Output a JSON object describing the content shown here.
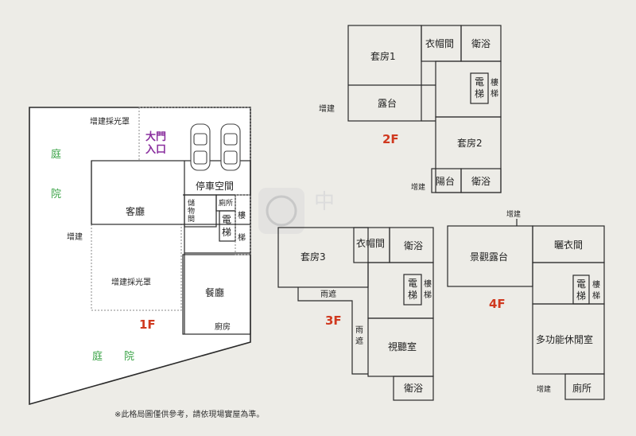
{
  "floor1": {
    "label": "1F",
    "yard_top": [
      "庭",
      "院"
    ],
    "yard_bottom": [
      "庭",
      "院"
    ],
    "skylight_top": "增建採光罩",
    "skylight_middle": "增建採光罩",
    "addition_left": "增建",
    "entrance": [
      "大門",
      "入口"
    ],
    "parking": "停車空間",
    "living": "客廳",
    "storage": [
      "儲",
      "物",
      "間"
    ],
    "toilet": "廁所",
    "elevator": [
      "電",
      "梯"
    ],
    "stairs": [
      "樓",
      "梯"
    ],
    "dining": "餐廳",
    "kitchen": "廚房"
  },
  "floor2": {
    "label": "2F",
    "suite1": "套房1",
    "closet": "衣帽間",
    "bath_top": "衛浴",
    "elevator": [
      "電",
      "梯"
    ],
    "stairs": [
      "樓",
      "梯"
    ],
    "terrace": "露台",
    "addition_left": "增建",
    "suite2": "套房2",
    "balcony": "陽台",
    "bath_bottom": "衛浴",
    "addition_bottom": "增建"
  },
  "floor3": {
    "label": "3F",
    "suite3": "套房3",
    "closet": "衣帽間",
    "bath_top": "衛浴",
    "elevator": [
      "電",
      "梯"
    ],
    "stairs": [
      "樓",
      "梯"
    ],
    "canopy_h": "雨遮",
    "canopy_v": [
      "雨",
      "遮"
    ],
    "av_room": "視聽室",
    "bath_bottom": "衛浴"
  },
  "floor4": {
    "label": "4F",
    "addition_top": "增建",
    "view_terrace": "景觀露台",
    "drying": "曬衣間",
    "elevator": [
      "電",
      "梯"
    ],
    "stairs": [
      "樓",
      "梯"
    ],
    "multi_room": "多功能休閒室",
    "addition_bottom": "增建",
    "toilet": "廁所"
  },
  "watermark": "中",
  "disclaimer": "※此格局圖僅供參考，請依現場實屋為準。"
}
